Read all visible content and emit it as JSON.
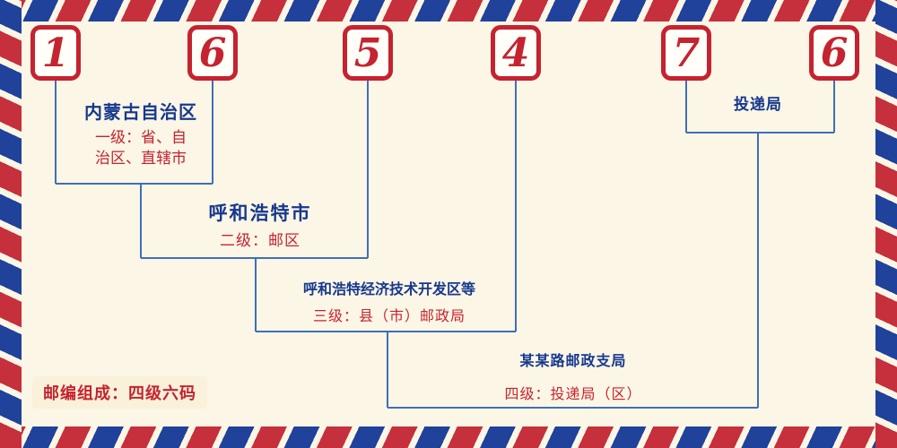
{
  "digits": [
    "1",
    "6",
    "5",
    "4",
    "7",
    "6"
  ],
  "levels": [
    {
      "place": "内蒙古自治区",
      "desc": "一级：省、自治区、直辖市"
    },
    {
      "place": "呼和浩特市",
      "desc": "二级：邮区"
    },
    {
      "place": "呼和浩特经济技术开发区等",
      "desc": "三级：县（市）邮政局"
    },
    {
      "place": "某某路邮政支局",
      "desc": "四级：投递局（区）"
    }
  ],
  "delivery_office_label": "投递局",
  "footer_note": "邮编组成：四级六码",
  "colors": {
    "digit_red": "#c5232f",
    "label_blue": "#16388e",
    "line_blue": "#3f6fb7",
    "stripe_red": "#c5303c",
    "stripe_blue": "#20429b",
    "background_cream": "#fcf6e6"
  }
}
